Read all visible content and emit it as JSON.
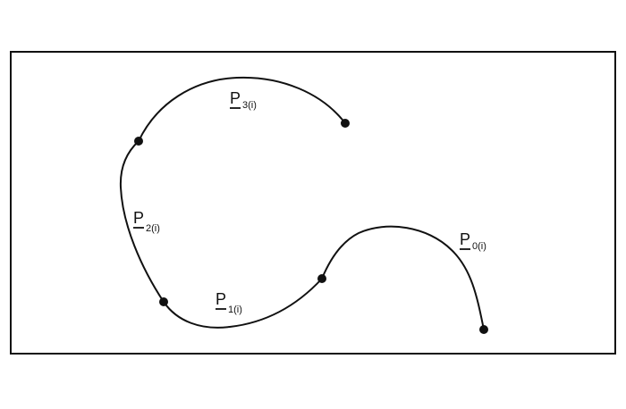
{
  "diagram": {
    "segments": [
      {
        "id": "segment-0",
        "label_main": "P",
        "label_sub": "0(i)"
      },
      {
        "id": "segment-1",
        "label_main": "P",
        "label_sub": "1(i)"
      },
      {
        "id": "segment-2",
        "label_main": "P",
        "label_sub": "2(i)"
      },
      {
        "id": "segment-3",
        "label_main": "P",
        "label_sub": "3(i)"
      }
    ]
  }
}
